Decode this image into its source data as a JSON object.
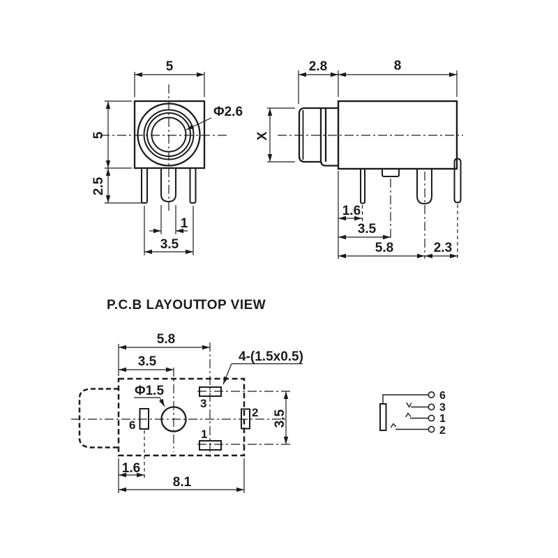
{
  "page": {
    "background": "#ffffff",
    "ink": "#1b1b1b"
  },
  "pcb_section": {
    "title_left": "P.C.B LAYOUT",
    "title_right": "TOP VIEW"
  },
  "front_view": {
    "dim_width": "5",
    "dim_height": "5",
    "dim_pin_length": "2.5",
    "dim_pin_width": "1",
    "dim_pin_spacing": "3.5",
    "label_jack_diameter": "Φ2.6"
  },
  "side_view": {
    "dim_bushing": "2.8",
    "dim_body": "8",
    "dim_height": "X",
    "dim_front_pin": "1.6",
    "dim_tab": "3.5",
    "dim_rear_pin": "5.8",
    "dim_bent_pin": "2.3"
  },
  "pcb_layout": {
    "dim_pad_column": "5.8",
    "dim_hole": "3.5",
    "label_slots": "4-(1.5x0.5)",
    "label_hole_diameter": "Φ1.5",
    "dim_pad_rows": "3.5",
    "dim_pad6": "1.6",
    "dim_total": "8.1",
    "pads": {
      "p6": "6",
      "p3": "3",
      "p1": "1",
      "p2": "2"
    }
  },
  "schematic": {
    "pins": {
      "p6": "6",
      "p3": "3",
      "p1": "1",
      "p2": "2"
    }
  }
}
